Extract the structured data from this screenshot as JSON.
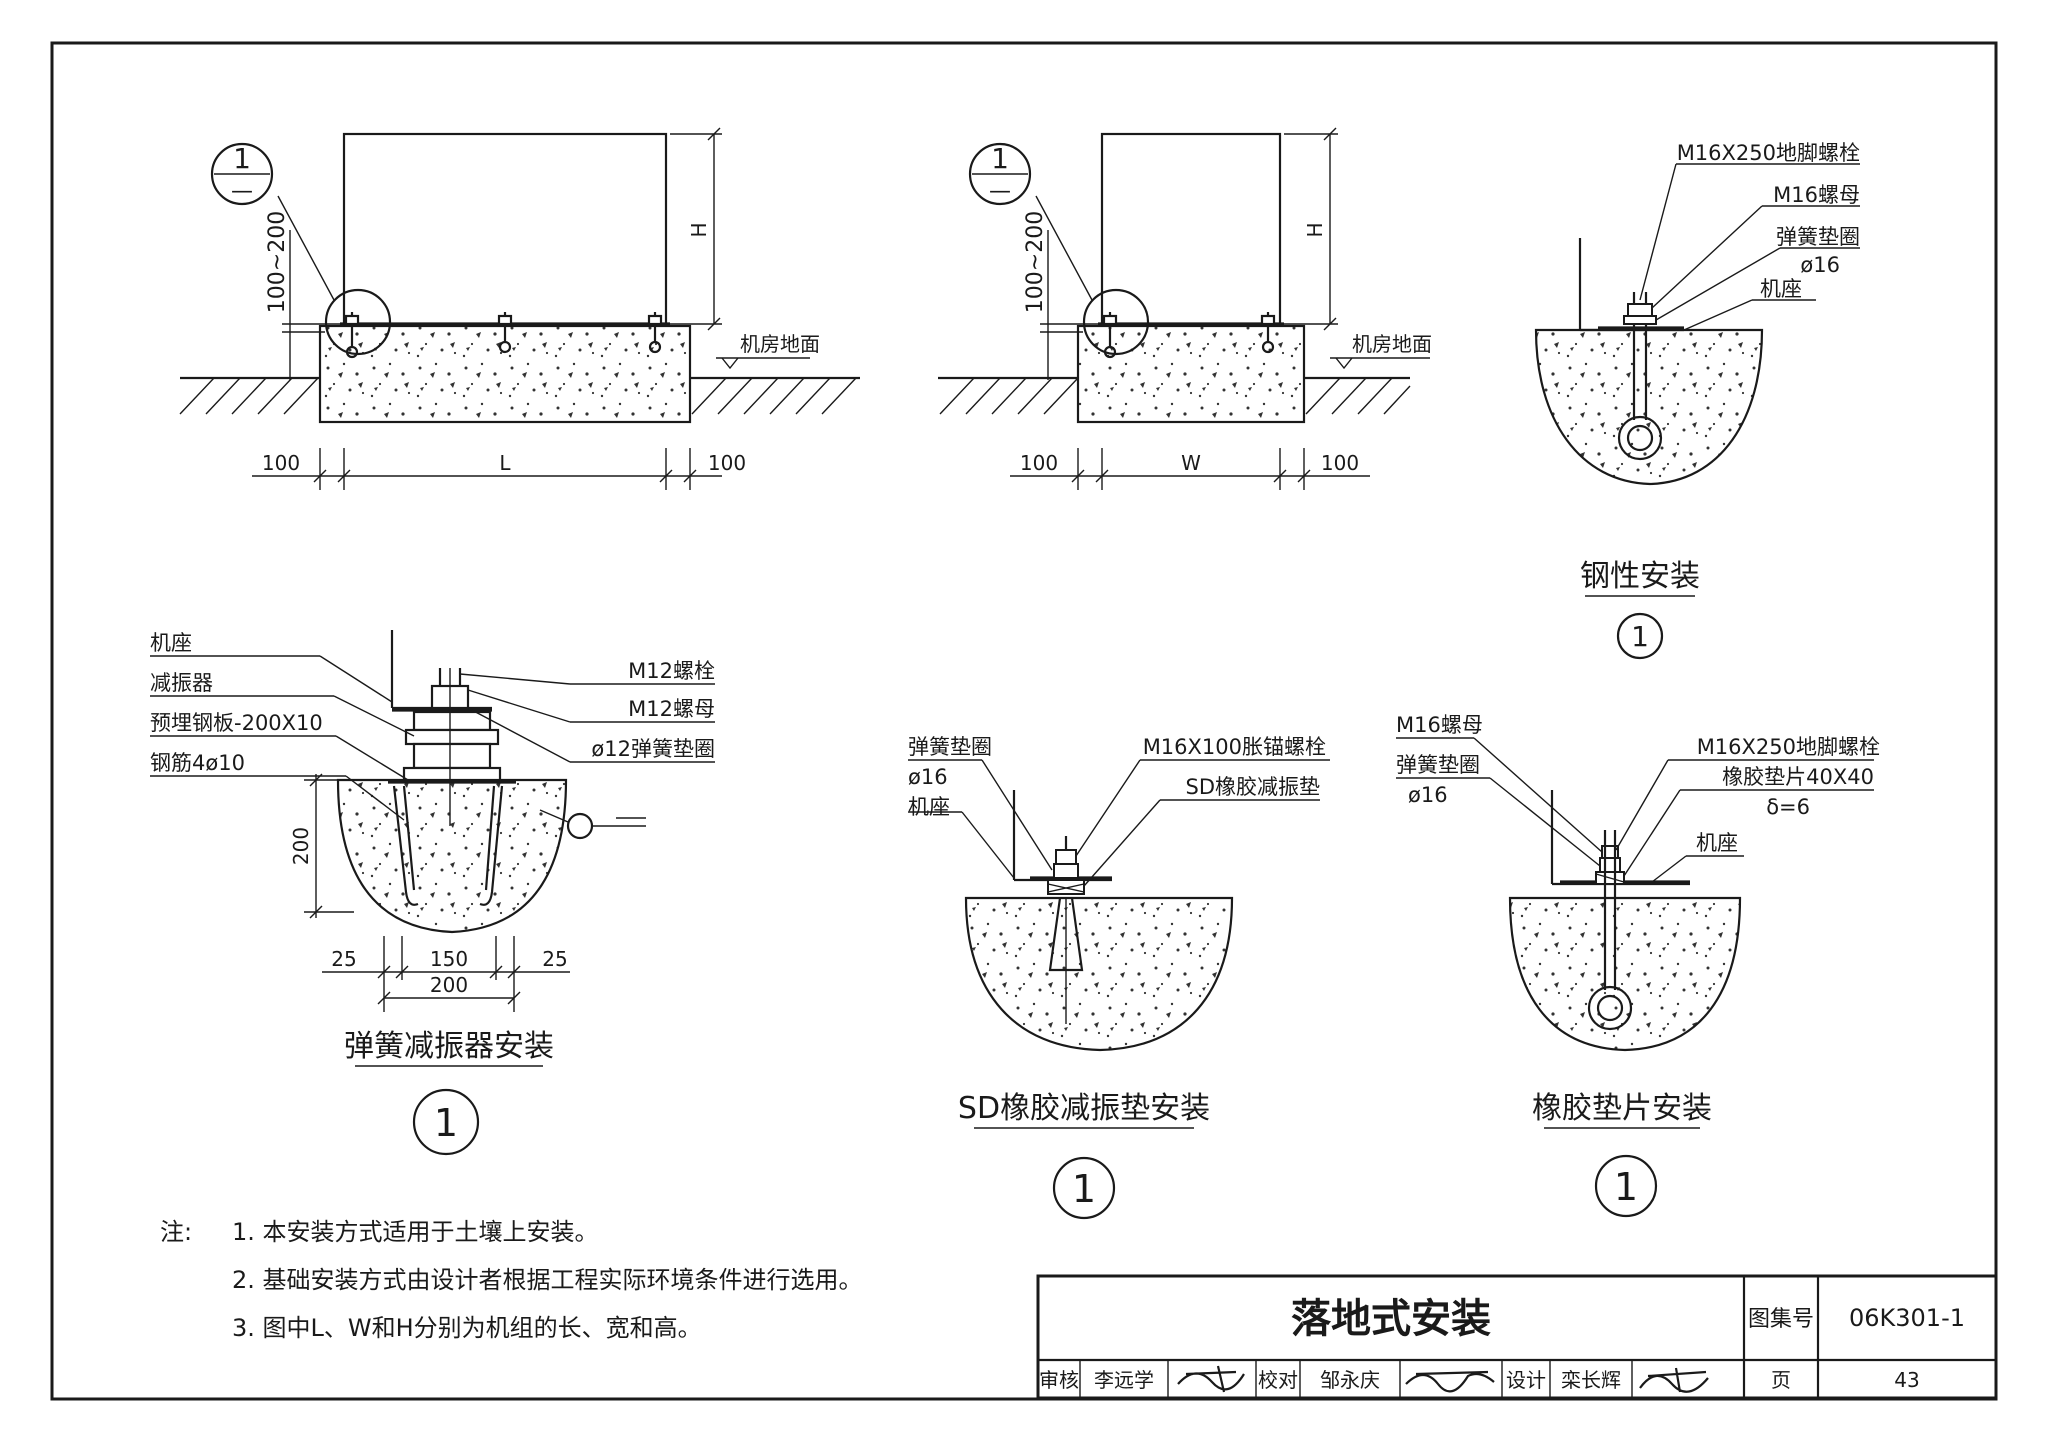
{
  "elevation_front": {
    "detail_mark_top": "1",
    "detail_mark_bottom": "—",
    "gap_dim": "100~200",
    "height_dim": "H",
    "floor_label": "机房地面",
    "dims": [
      "100",
      "L",
      "100"
    ]
  },
  "elevation_side": {
    "detail_mark_top": "1",
    "detail_mark_bottom": "—",
    "gap_dim": "100~200",
    "height_dim": "H",
    "floor_label": "机房地面",
    "dims": [
      "100",
      "W",
      "100"
    ]
  },
  "rigid_install": {
    "callouts": [
      "M16X250地脚螺栓",
      "M16螺母",
      "弹簧垫圈",
      "ø16",
      "机座"
    ],
    "title": "钢性安装",
    "mark": "1"
  },
  "spring_isolator": {
    "left_callouts": [
      "机座",
      "减振器",
      "预埋钢板-200X10",
      "钢筋4ø10"
    ],
    "right_callouts": [
      "M12螺栓",
      "M12螺母",
      "ø12弹簧垫圈"
    ],
    "depth_dim": "200",
    "width_dims": [
      "25",
      "150",
      "25"
    ],
    "total_dim": "200",
    "title": "弹簧减振器安装",
    "mark": "1"
  },
  "sd_pad": {
    "left_callouts": [
      "弹簧垫圈",
      "ø16",
      "机座"
    ],
    "right_callouts": [
      "M16X100胀锚螺栓",
      "SD橡胶减振垫"
    ],
    "title": "SD橡胶减振垫安装",
    "mark": "1"
  },
  "rubber_pad": {
    "left_callouts": [
      "M16螺母",
      "弹簧垫圈",
      "ø16"
    ],
    "right_callouts": [
      "M16X250地脚螺栓",
      "橡胶垫片40X40",
      "δ=6",
      "机座"
    ],
    "title": "橡胶垫片安装",
    "mark": "1"
  },
  "notes": {
    "prefix": "注:",
    "items": [
      "1. 本安装方式适用于土壤上安装。",
      "2. 基础安装方式由设计者根据工程实际环境条件进行选用。",
      "3. 图中L、W和H分别为机组的长、宽和高。"
    ]
  },
  "title_block": {
    "drawing_title": "落地式安装",
    "atlas_label": "图集号",
    "atlas_no": "06K301-1",
    "review_label": "审核",
    "reviewer": "李远学",
    "check_label": "校对",
    "checker": "邹永庆",
    "design_label": "设计",
    "designer": "栾长辉",
    "page_label": "页",
    "page_no": "43"
  }
}
